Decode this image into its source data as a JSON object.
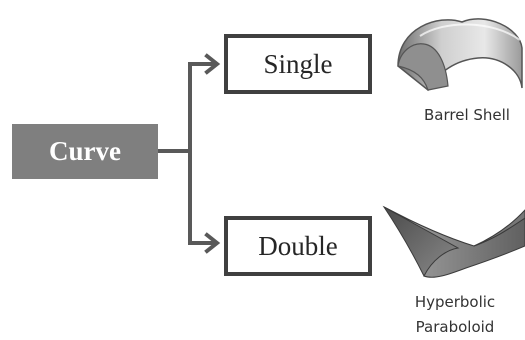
{
  "root": {
    "label": "Curve"
  },
  "branches": [
    {
      "label": "Single",
      "example": "Barrel Shell"
    },
    {
      "label": "Double",
      "example_lines": [
        "Hyperbolic",
        "Paraboloid"
      ]
    }
  ],
  "icons": {
    "single": "barrel-shell-icon",
    "double": "hyperbolic-paraboloid-icon"
  },
  "colors": {
    "root_fill": "#7f7f7f",
    "connector": "#595959",
    "box_border": "#404040"
  }
}
